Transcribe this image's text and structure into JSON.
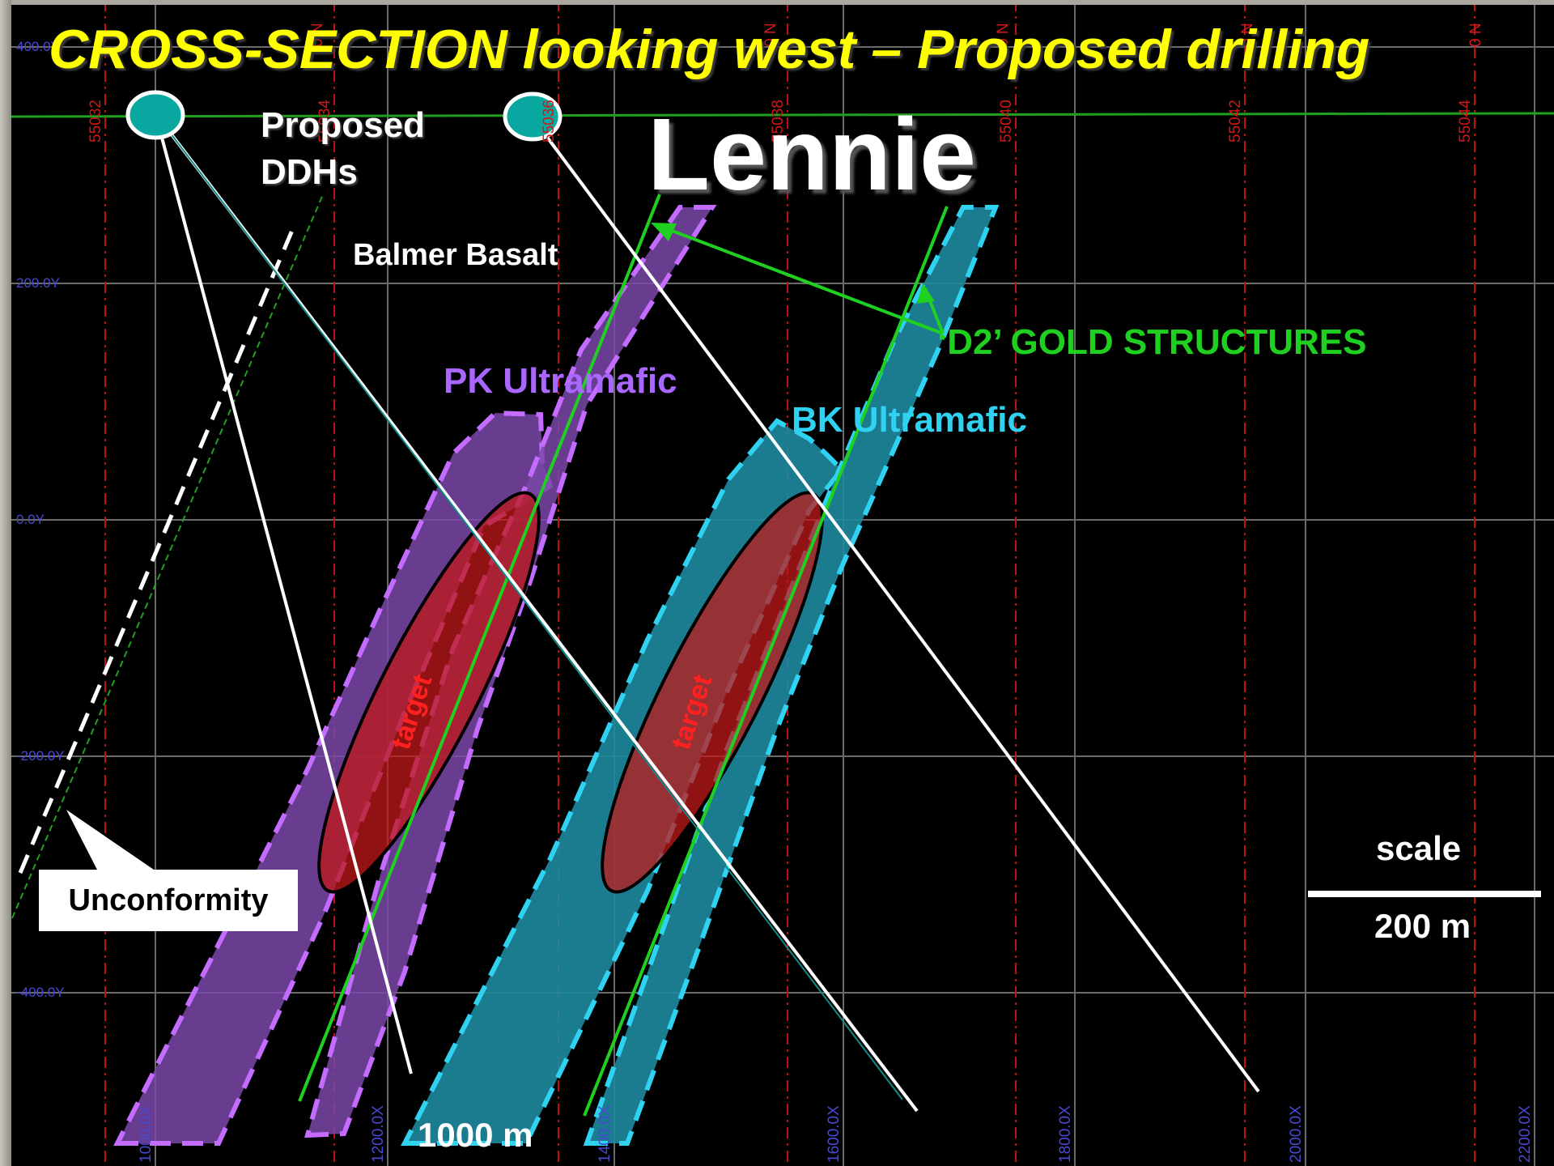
{
  "title": "CROSS-SECTION looking west – Proposed drilling",
  "deposit_name": "Lennie",
  "labels": {
    "proposed_ddhs_line1": "Proposed",
    "proposed_ddhs_line2": "DDHs",
    "balmer_basalt": "Balmer Basalt",
    "pk_ultramafic": "PK Ultramafic",
    "bk_ultramafic": "BK Ultramafic",
    "d2_gold_structures": "‘D2’ GOLD STRUCTURES",
    "target_pk": "target",
    "target_bk": "target",
    "unconformity": "Unconformity",
    "scale": "scale",
    "scale_length": "200 m",
    "hole_depth": "1000 m"
  },
  "grid": {
    "elevation_ticks": [
      "400.0Y",
      "200.0Y",
      "0.0Y",
      "-200.0Y",
      "-400.0Y"
    ],
    "easting_ticks": [
      "1000.0X",
      "1200.0X",
      "1400.0X",
      "1600.0X",
      "1800.0X",
      "2000.0X",
      "2200.0X"
    ],
    "northing_ticks": [
      "55032",
      "55034",
      "55036",
      "55038",
      "55040",
      "55042",
      "55044"
    ],
    "northing_suffix": "0 N"
  },
  "colors": {
    "title": "#ffff00",
    "pk_ultramafic": "#a967ff",
    "bk_ultramafic": "#30d2f2",
    "d2_structures": "#20d020",
    "target": "#d01818",
    "collar": "#08a8a0",
    "grid": "#6a6a6a"
  }
}
